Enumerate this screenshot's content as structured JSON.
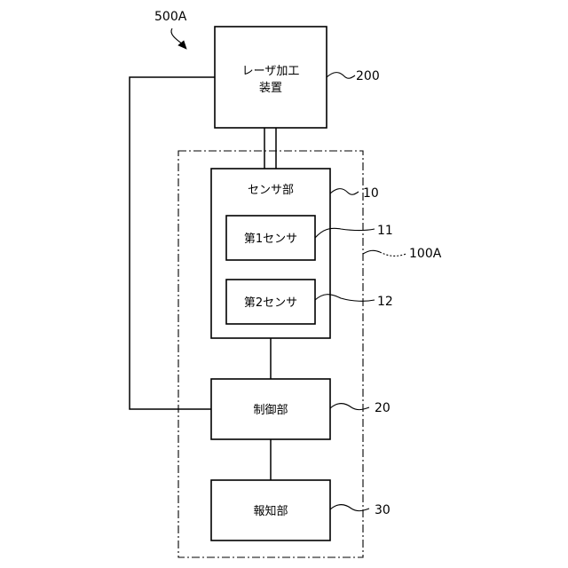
{
  "diagram": {
    "system_ref": "500A",
    "module_ref": "100A",
    "laser_device": {
      "label_line1": "レーザ加工",
      "label_line2": "装置",
      "ref": "200"
    },
    "sensor_unit": {
      "label": "センサ部",
      "ref": "10"
    },
    "first_sensor": {
      "label": "第1センサ",
      "ref": "11"
    },
    "second_sensor": {
      "label": "第2センサ",
      "ref": "12"
    },
    "control_unit": {
      "label": "制御部",
      "ref": "20"
    },
    "notification_unit": {
      "label": "報知部",
      "ref": "30"
    }
  }
}
